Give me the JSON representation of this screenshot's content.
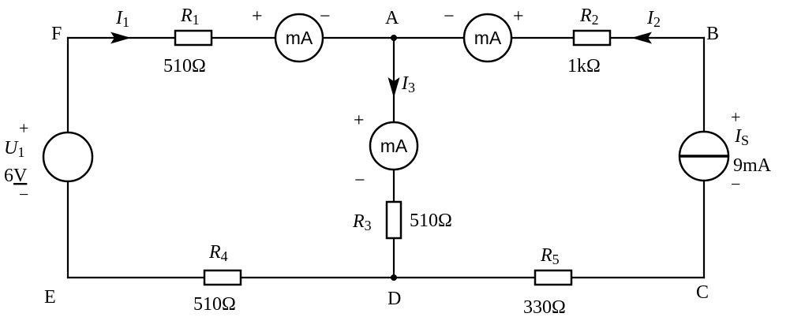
{
  "nodes": {
    "A": "A",
    "B": "B",
    "C": "C",
    "D": "D",
    "E": "E",
    "F": "F"
  },
  "currents": {
    "I1": {
      "sym": "I",
      "sub": "1"
    },
    "I2": {
      "sym": "I",
      "sub": "2"
    },
    "I3": {
      "sym": "I",
      "sub": "3"
    }
  },
  "resistors": {
    "R1": {
      "sym": "R",
      "sub": "1",
      "value": "510Ω"
    },
    "R2": {
      "sym": "R",
      "sub": "2",
      "value": "1kΩ"
    },
    "R3": {
      "sym": "R",
      "sub": "3",
      "value": "510Ω"
    },
    "R4": {
      "sym": "R",
      "sub": "4",
      "value": "510Ω"
    },
    "R5": {
      "sym": "R",
      "sub": "5",
      "value": "330Ω"
    }
  },
  "meters": {
    "m1": {
      "label": "mA",
      "plus": "+",
      "minus": "−"
    },
    "m2": {
      "label": "mA",
      "plus": "+",
      "minus": "−"
    },
    "m3": {
      "label": "mA",
      "plus": "+",
      "minus": "−"
    }
  },
  "voltage_source": {
    "sym": "U",
    "sub": "1",
    "value": "6",
    "unit": "V",
    "plus": "+",
    "minus": "−"
  },
  "current_source": {
    "sym": "I",
    "sub": "S",
    "value": "9mA",
    "plus": "+",
    "minus": "−"
  },
  "colors": {
    "wire": "#000000",
    "background": "#ffffff"
  }
}
